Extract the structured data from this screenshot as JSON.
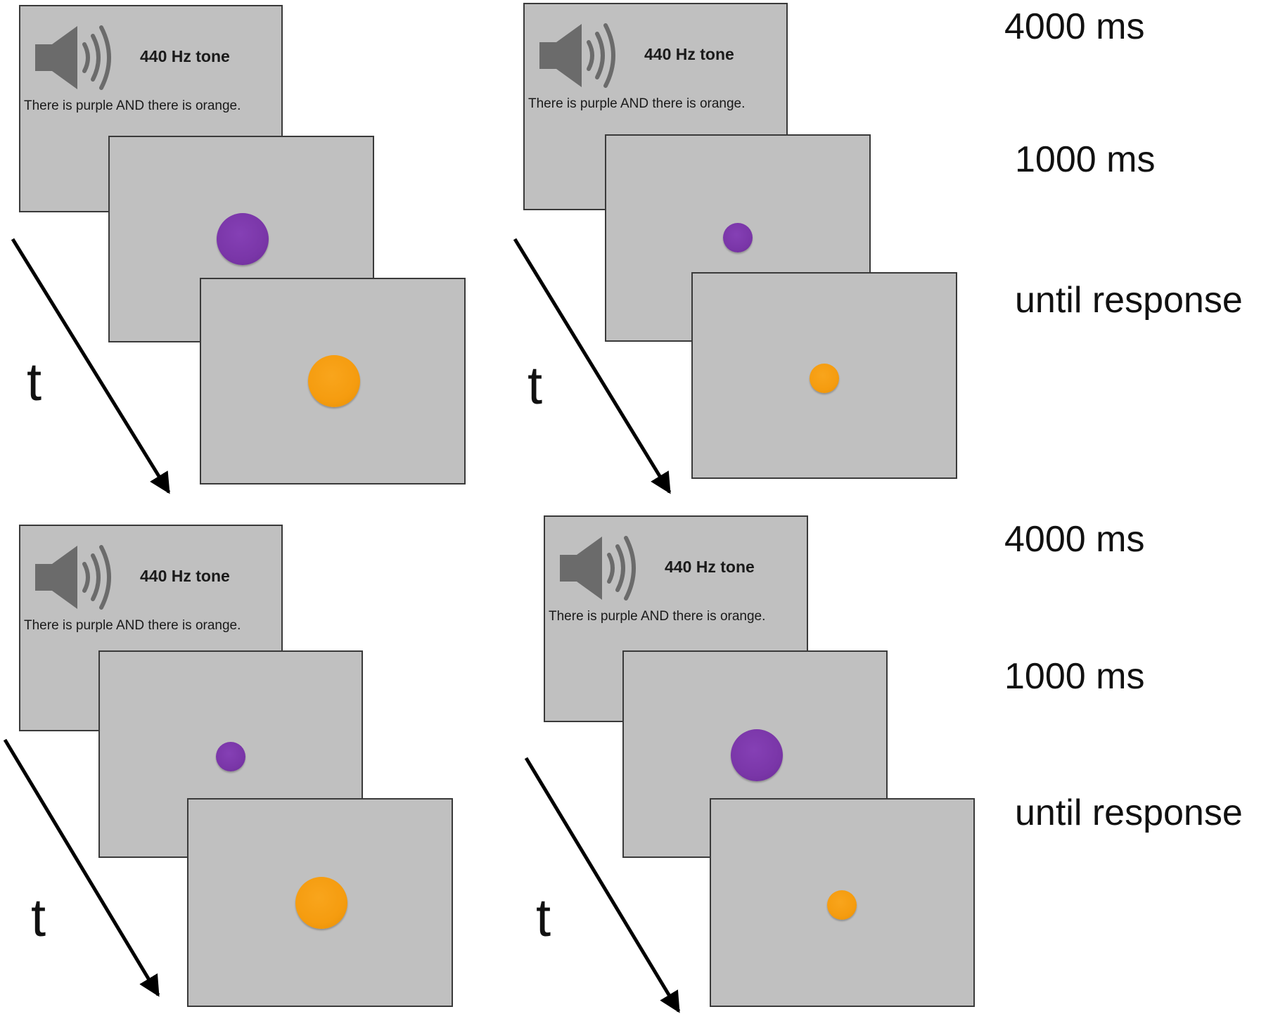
{
  "panels": [
    {
      "tone": "440 Hz tone",
      "sentence": "There is purple AND there is orange.",
      "time_axis": "t",
      "first_dot": {
        "color": "purple",
        "size": "large"
      },
      "second_dot": {
        "color": "orange",
        "size": "large"
      }
    },
    {
      "tone": "440 Hz tone",
      "sentence": "There is purple AND there is orange.",
      "time_axis": "t",
      "first_dot": {
        "color": "purple",
        "size": "small"
      },
      "second_dot": {
        "color": "orange",
        "size": "small"
      }
    },
    {
      "tone": "440 Hz tone",
      "sentence": "There is purple AND there is orange.",
      "time_axis": "t",
      "first_dot": {
        "color": "purple",
        "size": "small"
      },
      "second_dot": {
        "color": "orange",
        "size": "large"
      }
    },
    {
      "tone": "440 Hz tone",
      "sentence": "There is purple AND there is orange.",
      "time_axis": "t",
      "first_dot": {
        "color": "purple",
        "size": "large"
      },
      "second_dot": {
        "color": "orange",
        "size": "small"
      }
    }
  ],
  "timings_top": [
    "4000 ms",
    "1000 ms",
    "until response"
  ],
  "timings_bottom": [
    "4000 ms",
    "1000 ms",
    "until response"
  ],
  "colors": {
    "screen": "#c0c0c0",
    "purple": "#7a36a8",
    "orange": "#f59c0f",
    "speaker": "#6b6b6b"
  },
  "icons": {
    "speaker": "speaker-icon"
  }
}
